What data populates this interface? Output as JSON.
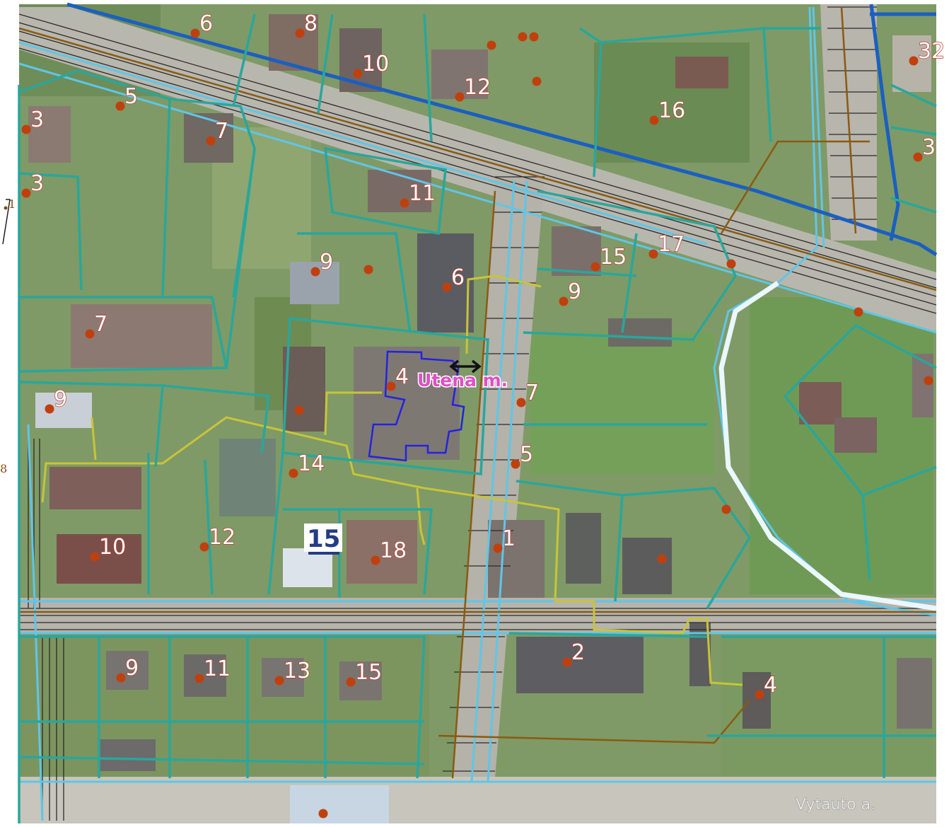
{
  "map": {
    "place_label": "Utena m.",
    "street_label": "Vytauto a.",
    "block_number": "15",
    "margin_labels": [
      "1",
      "8"
    ],
    "colors": {
      "parcel_boundary": "#2aa69b",
      "road_casing": "#5fc6e8",
      "water_line": "#1b5fc0",
      "utility_line": "#8a5a12",
      "yellow_line": "#c8c43a",
      "highlight_parcel": "#2323e0",
      "house_dot": "#c0400d"
    },
    "icons": [
      "move-arrow-icon"
    ],
    "house_numbers": [
      {
        "label": "6"
      },
      {
        "label": "8"
      },
      {
        "label": "10"
      },
      {
        "label": "12"
      },
      {
        "label": "16"
      },
      {
        "label": "32"
      },
      {
        "label": "3"
      },
      {
        "label": "5"
      },
      {
        "label": "3"
      },
      {
        "label": "7"
      },
      {
        "label": "3"
      },
      {
        "label": "11"
      },
      {
        "label": "9"
      },
      {
        "label": "6"
      },
      {
        "label": "15"
      },
      {
        "label": "17"
      },
      {
        "label": "9"
      },
      {
        "label": "7"
      },
      {
        "label": "4"
      },
      {
        "label": "7"
      },
      {
        "label": "9"
      },
      {
        "label": "5"
      },
      {
        "label": "14"
      },
      {
        "label": "12"
      },
      {
        "label": "10"
      },
      {
        "label": "18"
      },
      {
        "label": "1"
      },
      {
        "label": "9"
      },
      {
        "label": "11"
      },
      {
        "label": "13"
      },
      {
        "label": "15"
      },
      {
        "label": "2"
      },
      {
        "label": "4"
      }
    ]
  }
}
